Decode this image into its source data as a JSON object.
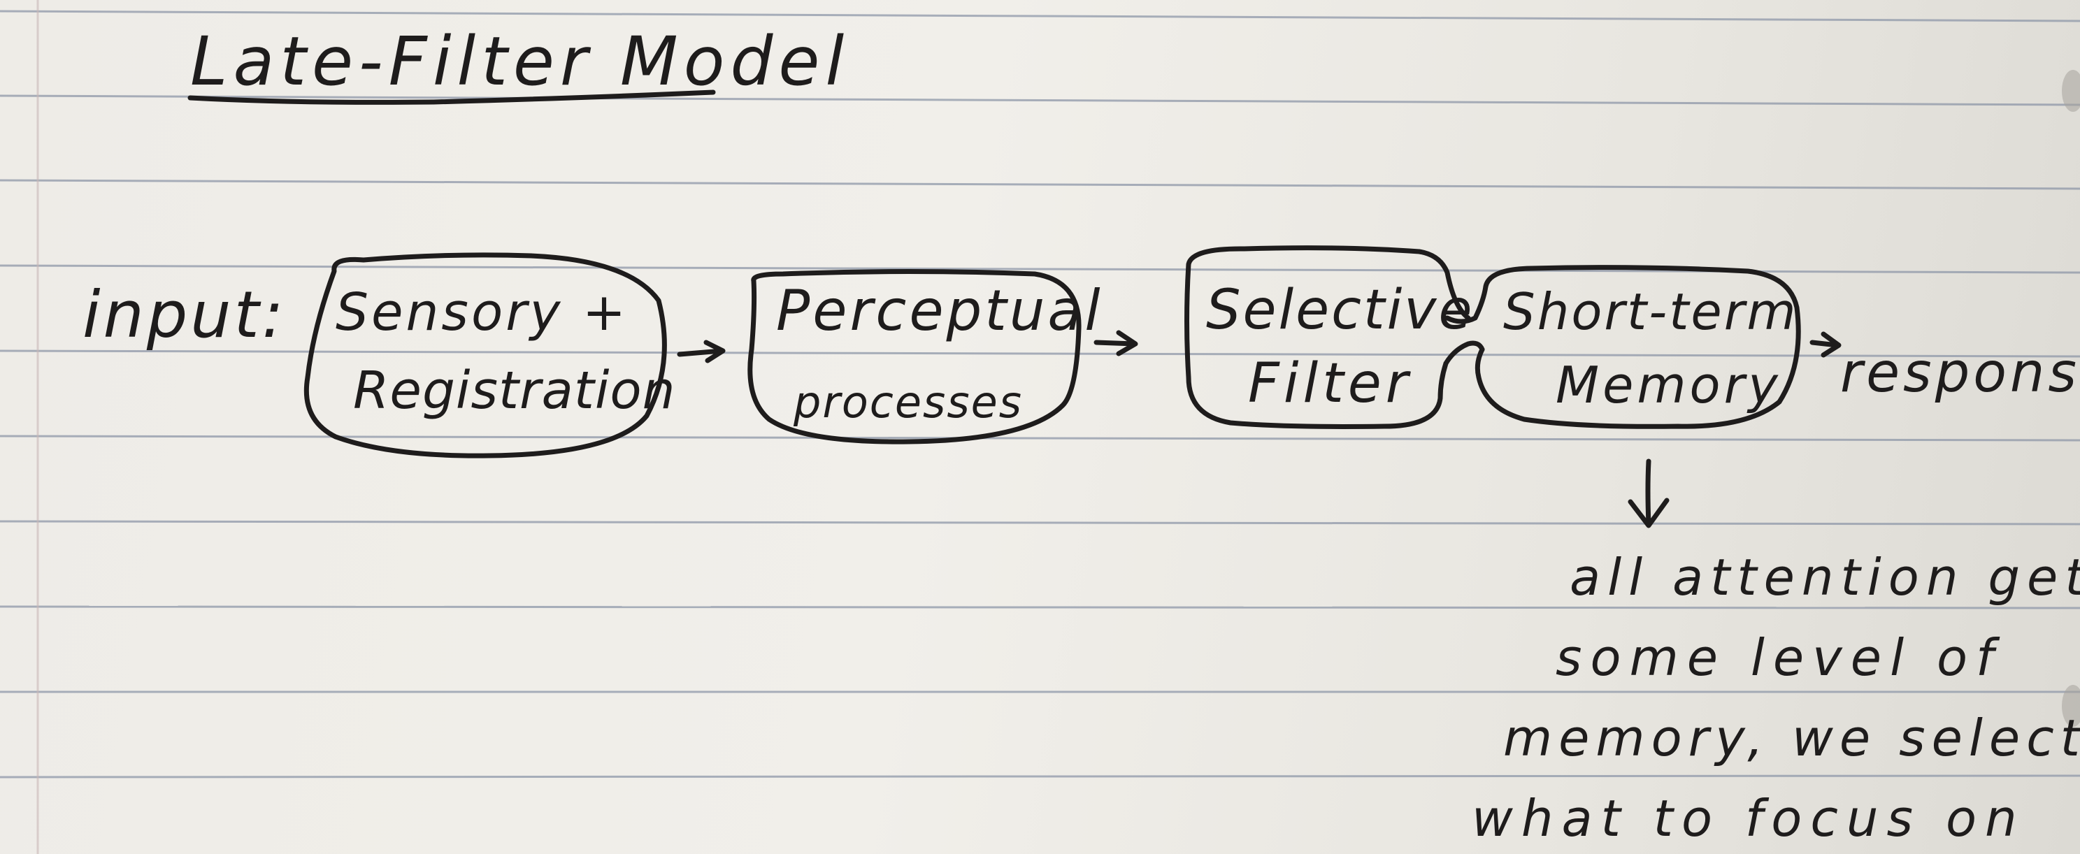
{
  "title": "Late-Filter Model",
  "input_label": "input:",
  "stages": [
    {
      "name": "sensory-registration",
      "lines": [
        "Sensory +",
        "Registration"
      ]
    },
    {
      "name": "perceptual-processes",
      "lines": [
        "Perceptual",
        "processes"
      ]
    },
    {
      "name": "selective-filter",
      "lines": [
        "Selective",
        "Filter"
      ]
    },
    {
      "name": "short-term-memory",
      "lines": [
        "Short-term",
        "Memory"
      ]
    }
  ],
  "output_label": "response",
  "note_lines": [
    "all attention gets",
    "some level of",
    "memory, we select",
    "what to focus on"
  ],
  "colors": {
    "paper": "#eeece7",
    "ruled_line": "#8e97a8",
    "ink": "#1e1c1c"
  }
}
